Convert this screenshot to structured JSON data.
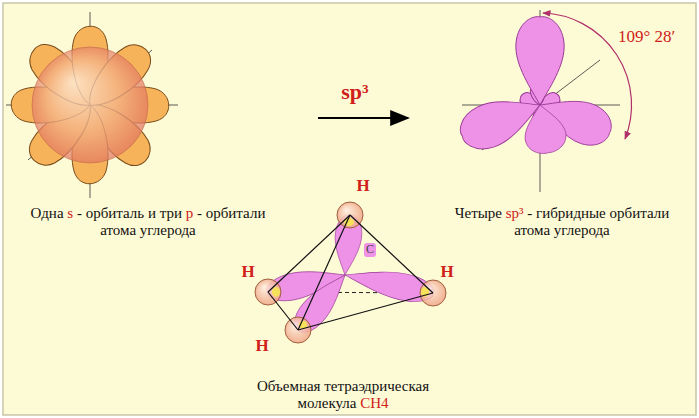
{
  "diagram": {
    "labels": [
      "sp³",
      "109° 28′",
      "Одна s - орбиталь и три p - орбитали атома углерода",
      "Четыре sp³ - гибридные орбитали атома углерода",
      "H",
      "H",
      "H",
      "H",
      "C",
      "Объемная тетраэдрическая молекула CH4"
    ]
  }
}
